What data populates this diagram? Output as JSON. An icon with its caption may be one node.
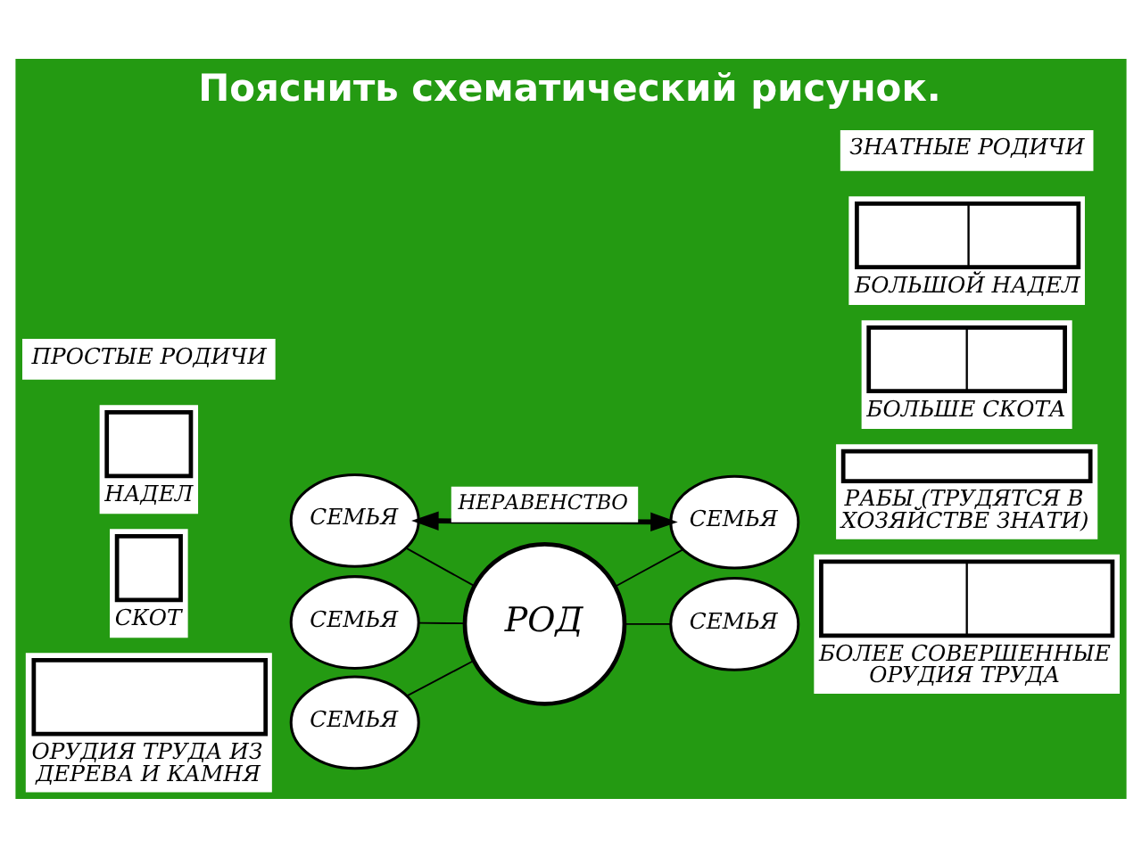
{
  "diagram": {
    "title": "Пояснить схематический рисунок.",
    "nodes": [
      {
        "text": [
          "РОД"
        ]
      },
      {
        "text": [
          "СЕМЬЯ"
        ]
      },
      {
        "text": [
          "СЕМЬЯ"
        ]
      },
      {
        "text": [
          "СЕМЬЯ"
        ]
      },
      {
        "text": [
          "СЕМЬЯ"
        ]
      },
      {
        "text": [
          "СЕМЬЯ"
        ]
      },
      {
        "text": [
          "НАДЕЛ"
        ]
      },
      {
        "text": [
          "СКОТ"
        ]
      },
      {
        "text": [
          "ОРУДИЯ ТРУДА ИЗ ДЕРЕВА И КАМНЯ"
        ]
      },
      {
        "text": [
          "БОЛЬШОЙ НАДЕЛ"
        ]
      },
      {
        "text": [
          "БОЛЬШЕ СКОТА"
        ]
      },
      {
        "text": [
          "РАБЫ (ТРУДЯТСЯ В ХОЗЯЙСТВЕ ЗНАТИ)"
        ]
      },
      {
        "text": [
          "БОЛЕЕ СОВЕРШЕННЫЕ ОРУДИЯ ТРУДА"
        ]
      }
    ],
    "edges": [
      {
        "from": 1,
        "to": 0,
        "arrow": "none"
      },
      {
        "from": 0,
        "to": 2,
        "arrow": "none"
      },
      {
        "from": 3,
        "to": 0,
        "arrow": "none"
      },
      {
        "from": 4,
        "to": 0,
        "arrow": "none"
      },
      {
        "from": 0,
        "to": 5,
        "arrow": "none"
      },
      {
        "from": 4,
        "to": 5,
        "arrow": "both",
        "label": "НЕРАВЕНСТВО",
        "style": "thick"
      }
    ],
    "labels": [
      "ПРОСТЫЕ РОДИЧИ",
      "ЗНАТНЫЕ РОДИЧИ"
    ]
  }
}
